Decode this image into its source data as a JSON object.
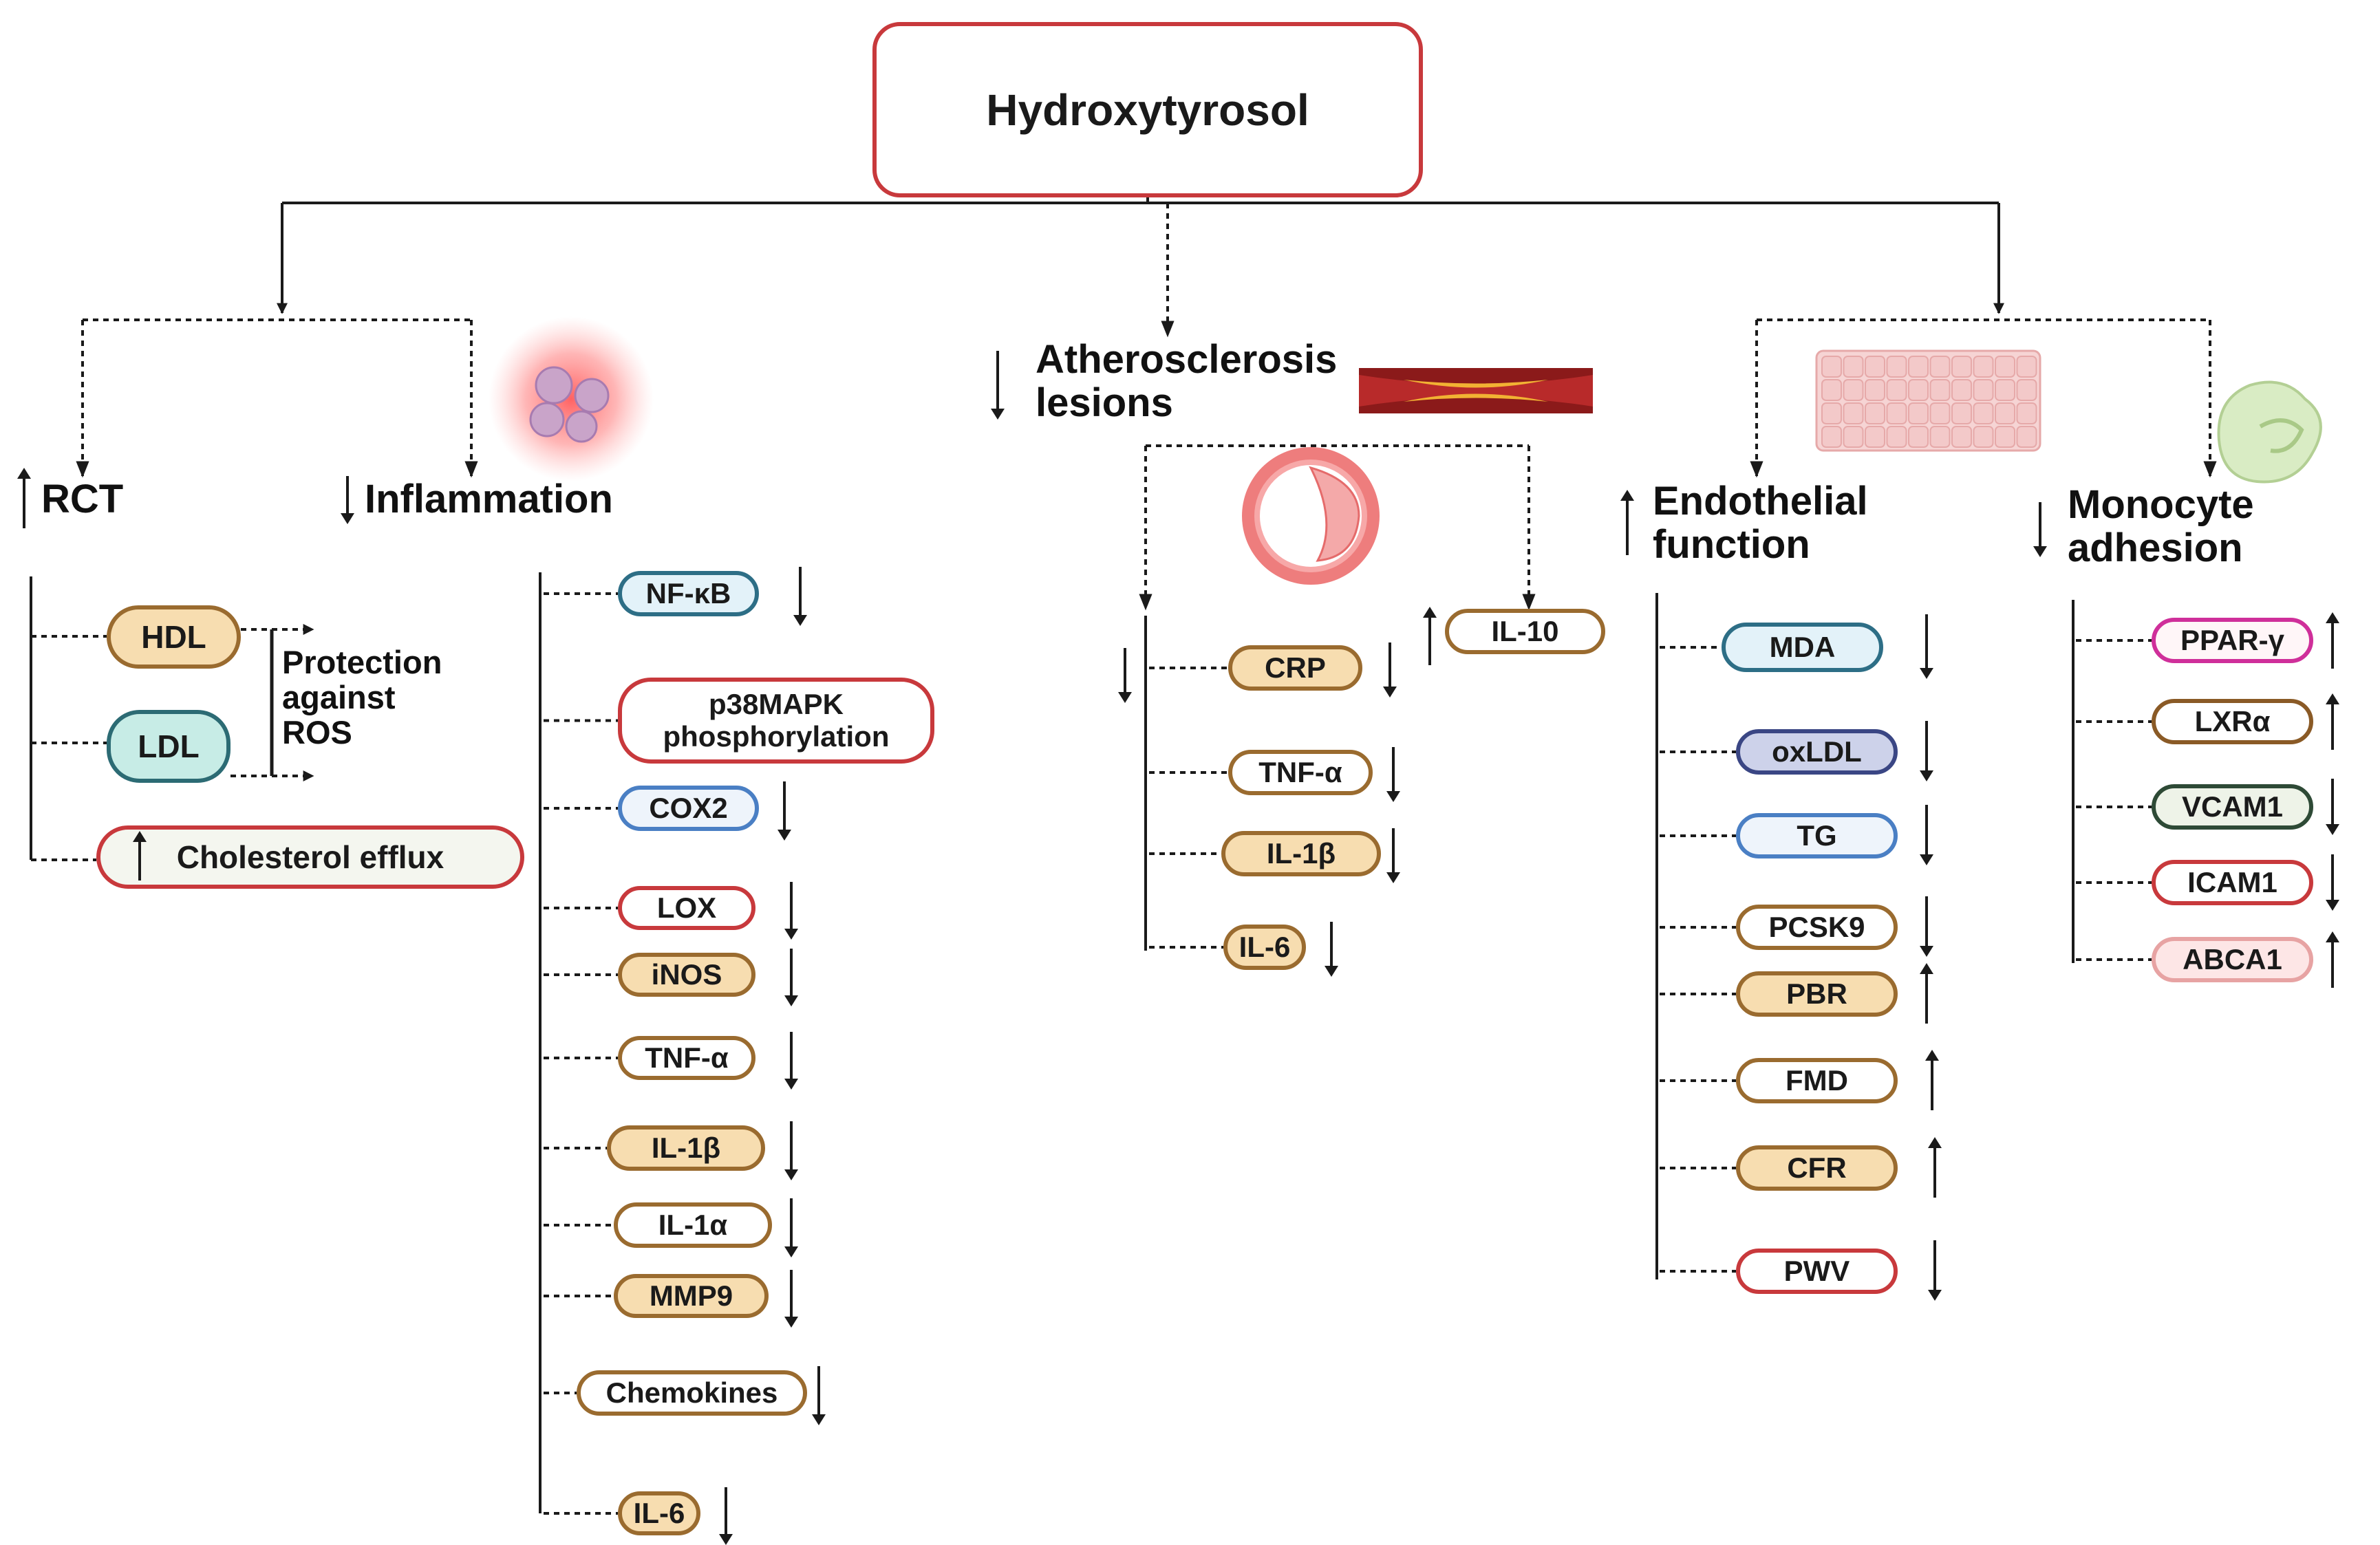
{
  "title": "Hydroxytyrosol",
  "branches": {
    "rct": {
      "label": "RCT",
      "direction": "up",
      "items": [
        {
          "label": "HDL"
        },
        {
          "label": "LDL"
        },
        {
          "label": "Cholesterol efflux",
          "direction": "up"
        }
      ],
      "protection_label": "Protection\nagainst\nROS"
    },
    "inflammation": {
      "label": "Inflammation",
      "direction": "down",
      "items": [
        {
          "label": "NF-κB",
          "direction": "down"
        },
        {
          "label": "p38MAPK\nphosphorylation"
        },
        {
          "label": "COX2",
          "direction": "down"
        },
        {
          "label": "LOX",
          "direction": "down"
        },
        {
          "label": "iNOS",
          "direction": "down"
        },
        {
          "label": "TNF-α",
          "direction": "down"
        },
        {
          "label": "IL-1β",
          "direction": "down"
        },
        {
          "label": "IL-1α",
          "direction": "down"
        },
        {
          "label": "MMP9",
          "direction": "down"
        },
        {
          "label": "Chemokines",
          "direction": "down"
        },
        {
          "label": "IL-6",
          "direction": "down"
        }
      ]
    },
    "atherosclerosis": {
      "label": "Atherosclerosis\nlesions",
      "direction": "down",
      "group_direction": "down",
      "items": [
        {
          "label": "CRP",
          "direction": "down"
        },
        {
          "label": "TNF-α",
          "direction": "down"
        },
        {
          "label": "IL-1β",
          "direction": "down"
        },
        {
          "label": "IL-6",
          "direction": "down"
        }
      ],
      "side_item": {
        "label": "IL-10",
        "direction": "up"
      }
    },
    "endothelial": {
      "label": "Endothelial\nfunction",
      "direction": "up",
      "items": [
        {
          "label": "MDA",
          "direction": "down"
        },
        {
          "label": "oxLDL",
          "direction": "down"
        },
        {
          "label": "TG",
          "direction": "down"
        },
        {
          "label": "PCSK9",
          "direction": "down"
        },
        {
          "label": "PBR",
          "direction": "up"
        },
        {
          "label": "FMD",
          "direction": "up"
        },
        {
          "label": "CFR",
          "direction": "up"
        },
        {
          "label": "PWV",
          "direction": "down"
        }
      ]
    },
    "monocyte": {
      "label": "Monocyte\nadhesion",
      "direction": "down",
      "items": [
        {
          "label": "PPAR-γ",
          "direction": "up"
        },
        {
          "label": "LXRα",
          "direction": "up"
        },
        {
          "label": "VCAM1",
          "direction": "down"
        },
        {
          "label": "ICAM1",
          "direction": "down"
        },
        {
          "label": "ABCA1",
          "direction": "up"
        }
      ]
    }
  },
  "colors": {
    "title_border": "#c8393c",
    "line": "#1a1a1a",
    "inflammation_glow": "#ff5a5a",
    "artery_outer": "#8b1a1a",
    "plaque": "#f2b233",
    "cell_fill": "#f3c9c9",
    "monocyte_fill": "#d9ecc4"
  },
  "icons": {
    "inflammation": "inflamed-cells-icon",
    "artery": "narrowed-artery-icon",
    "vessel_section": "vessel-cross-section-icon",
    "endothelium": "endothelial-cells-icon",
    "monocyte": "monocyte-cell-icon"
  }
}
